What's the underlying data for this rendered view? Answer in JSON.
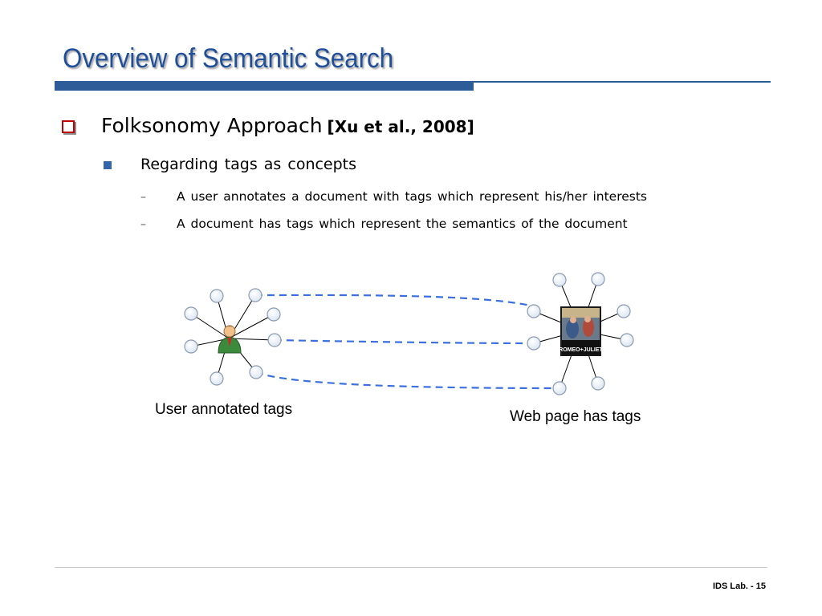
{
  "slide": {
    "title": "Overview of Semantic Search",
    "footer": "IDS Lab. - 15"
  },
  "bullets": {
    "level1": {
      "text": "Folksonomy Approach",
      "citation": "[Xu et al., 2008]"
    },
    "level2": {
      "text": "Regarding tags as concepts"
    },
    "level3": [
      {
        "marker": "–",
        "text": "A user annotates a document with tags which represent his/her interests"
      },
      {
        "marker": "–",
        "text": "A  document has tags which represent the semantics of the document"
      }
    ]
  },
  "diagram": {
    "left_label": "User annotated tags",
    "right_label": "Web page has tags",
    "user_icon": "user-person-icon",
    "document_icon": "romeo-juliet-poster-icon",
    "poster_caption": "ROMEO+JULIET",
    "colors": {
      "link_dashed": "#3b6fe0",
      "node_fill": "#dde6f2",
      "node_stroke": "#8a9ab0",
      "title": "#1f4e9a",
      "bullet_marker": "#c00000",
      "sub_bullet_marker": "#3366aa"
    }
  }
}
